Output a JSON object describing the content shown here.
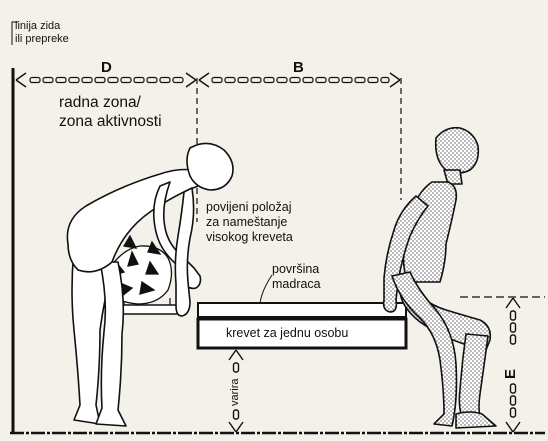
{
  "labels": {
    "wall_line": [
      "linija zida",
      "ili prepreke"
    ],
    "dim_d": "D",
    "dim_b": "B",
    "dim_e": "E",
    "work_zone": [
      "radna zona/",
      "zona aktivnosti"
    ],
    "bent_position": [
      "povijeni položaj",
      "za nameštanje",
      "visokog kreveta"
    ],
    "mattress_surface": [
      "površina",
      "madraca"
    ],
    "bed": "krevet za jednu osobu",
    "varies": "varira"
  },
  "colors": {
    "background": "#f4f1ea",
    "ink": "#111111",
    "figure_fill": "#ffffff",
    "hatch": "#8a8a8a"
  }
}
